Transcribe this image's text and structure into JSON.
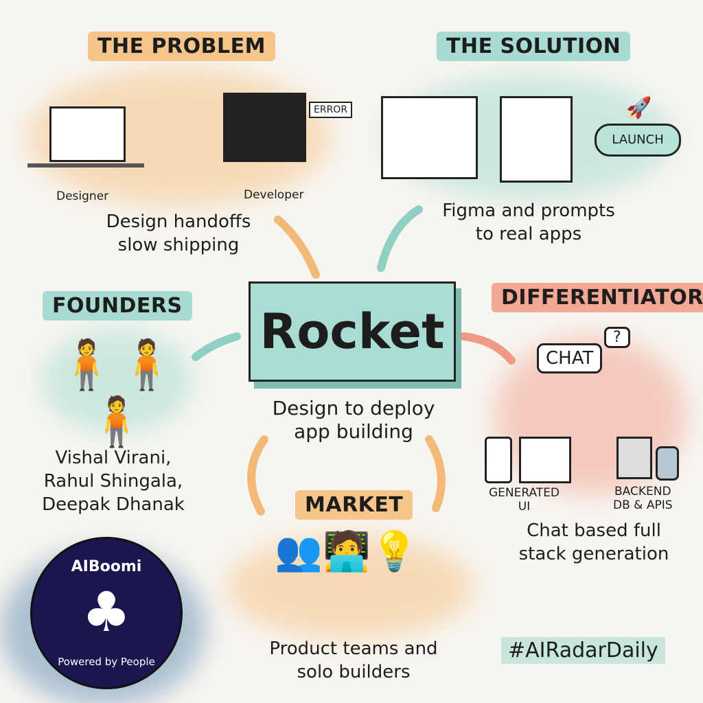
{
  "center": {
    "title": "Rocket",
    "subtitle_1": "Design to deploy",
    "subtitle_2": "app building"
  },
  "problem": {
    "heading": "THE PROBLEM",
    "designer": "Designer",
    "developer": "Developer",
    "error": "ERROR",
    "caption_1": "Design handoffs",
    "caption_2": "slow shipping"
  },
  "solution": {
    "heading": "THE SOLUTION",
    "launch": "LAUNCH",
    "caption_1": "Figma and prompts",
    "caption_2": "to real apps"
  },
  "founders": {
    "heading": "FOUNDERS",
    "names": [
      "Vishal Virani,",
      "Rahul Shingala,",
      "Deepak Dhanak"
    ]
  },
  "differentiator": {
    "heading": "DIFFERENTIATOR",
    "chat": "CHAT",
    "question": "?",
    "generated_ui_1": "GENERATED",
    "generated_ui_2": "UI",
    "backend_1": "BACKEND",
    "backend_2": "DB & APIS",
    "caption_1": "Chat based full",
    "caption_2": "stack generation"
  },
  "market": {
    "heading": "MARKET",
    "caption_1": "Product teams and",
    "caption_2": "solo builders"
  },
  "badge": {
    "name": "AIBoomi",
    "tagline": "Powered by People"
  },
  "hashtag": "#AIRadarDaily",
  "colors": {
    "orange": "#f6c58a",
    "teal": "#a8dcd2",
    "red": "#f3a896",
    "navy": "#1b1650"
  }
}
